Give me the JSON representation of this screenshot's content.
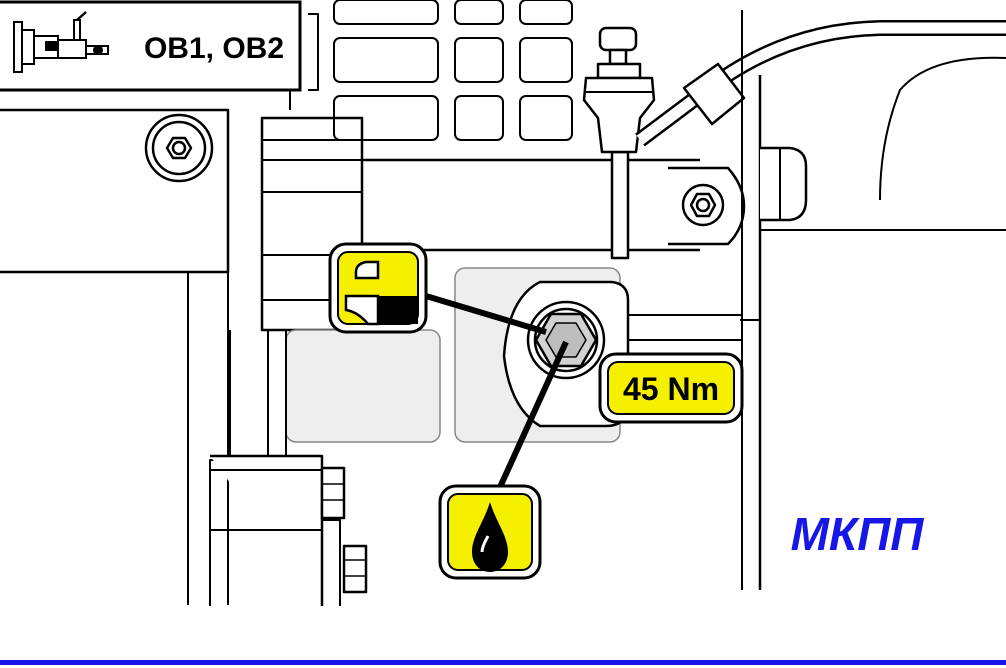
{
  "header": {
    "gearbox_codes": "OB1, OB2"
  },
  "torque_label": {
    "value": "45 Nm"
  },
  "gearbox_type": {
    "label": "МКПП"
  },
  "icons": {
    "gearbox": "gearbox-icon",
    "oil_level": "oil-level-check-icon",
    "oil_drop": "oil-drop-icon"
  },
  "colors": {
    "label_fill": "#f4f000",
    "label_stroke": "#000000",
    "line": "#000000",
    "bolt_fill": "#d2d2d2",
    "panel_fill": "#eeeeee",
    "accent_blue": "#1616e6"
  }
}
